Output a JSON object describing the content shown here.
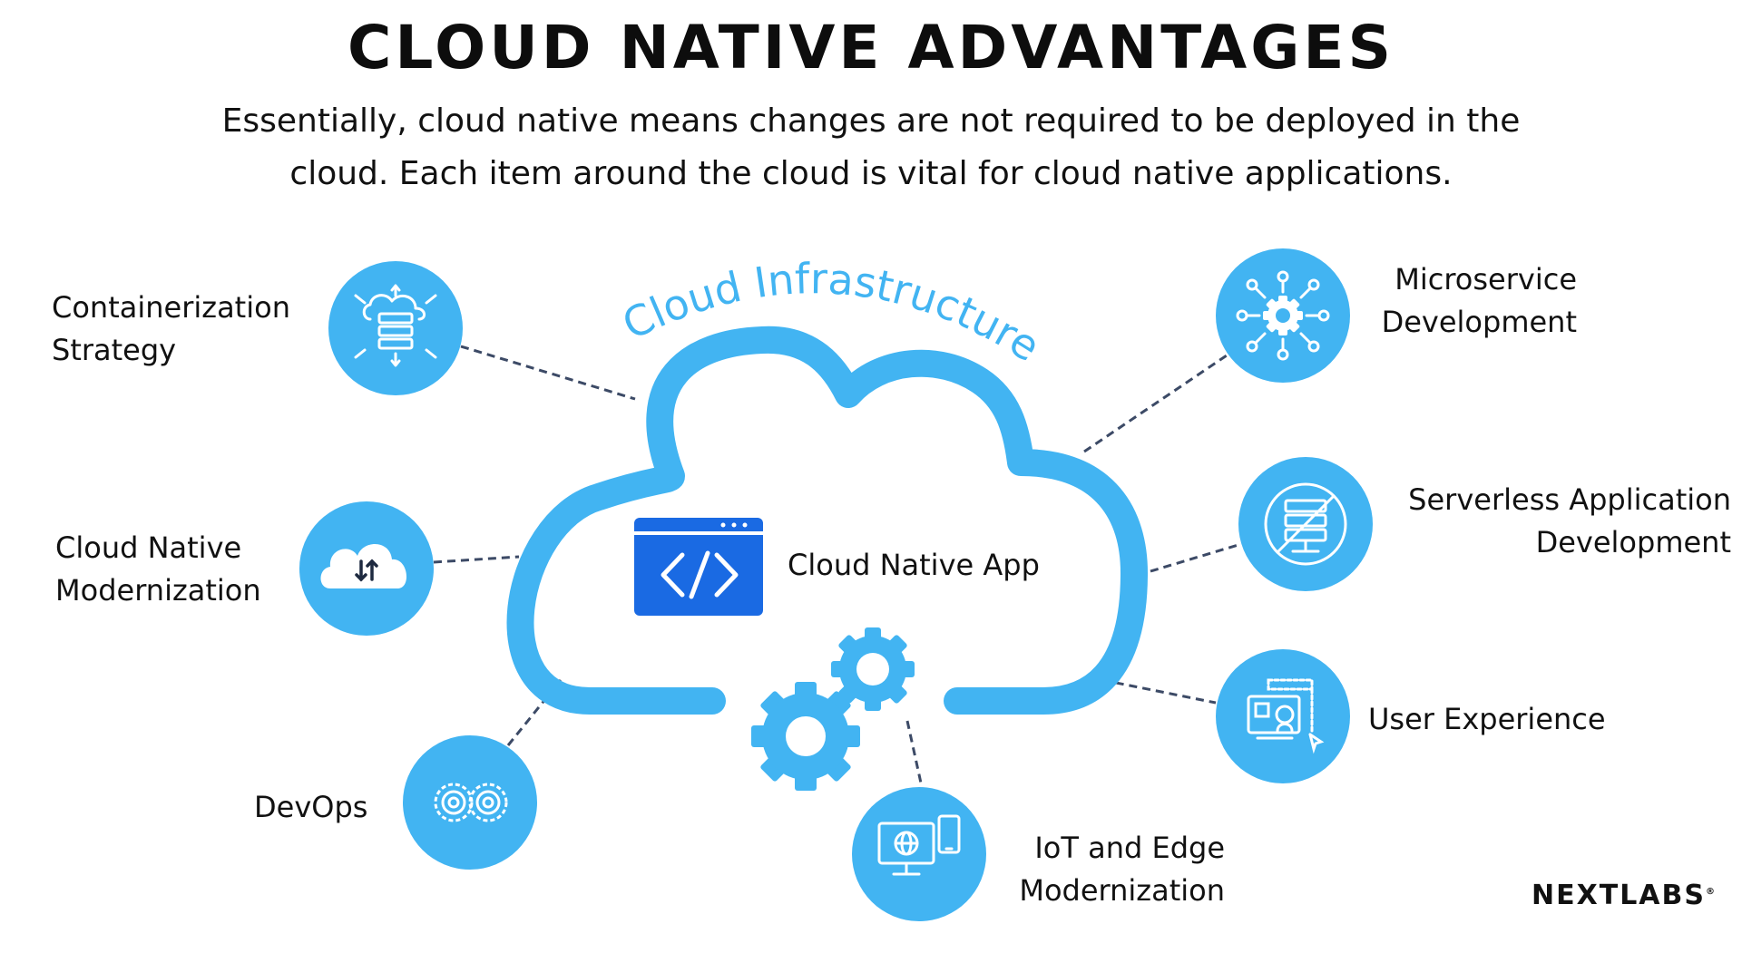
{
  "header": {
    "title": "CLOUD NATIVE ADVANTAGES",
    "subtitle_line1": "Essentially, cloud native means changes are not required to be deployed in the",
    "subtitle_line2": "cloud. Each item around the cloud is vital for cloud native applications."
  },
  "cloud": {
    "arc_label": "Cloud Infrastructure",
    "center_label": "Cloud Native App",
    "center_icon": "code-window-icon"
  },
  "nodes": [
    {
      "id": "containerization",
      "line1": "Containerization",
      "line2": "Strategy",
      "icon": "server-cloud-arrows-icon"
    },
    {
      "id": "modernization",
      "line1": "Cloud Native",
      "line2": "Modernization",
      "icon": "cloud-sync-icon"
    },
    {
      "id": "devops",
      "line1": "DevOps",
      "line2": "",
      "icon": "gear-loop-icon"
    },
    {
      "id": "iot",
      "line1": "IoT and Edge",
      "line2": "Modernization",
      "icon": "devices-globe-icon"
    },
    {
      "id": "ux",
      "line1": "User Experience",
      "line2": "",
      "icon": "design-screen-icon"
    },
    {
      "id": "serverless",
      "line1": "Serverless Application",
      "line2": "Development",
      "icon": "no-server-icon"
    },
    {
      "id": "microservice",
      "line1": "Microservice",
      "line2": "Development",
      "icon": "gear-network-icon"
    }
  ],
  "brand": {
    "name": "NEXTLABS",
    "mark": "®"
  },
  "colors": {
    "accent": "#42b4f2",
    "icon_dark": "#1a6ae3",
    "connector": "#3c4a66",
    "text": "#111111"
  }
}
